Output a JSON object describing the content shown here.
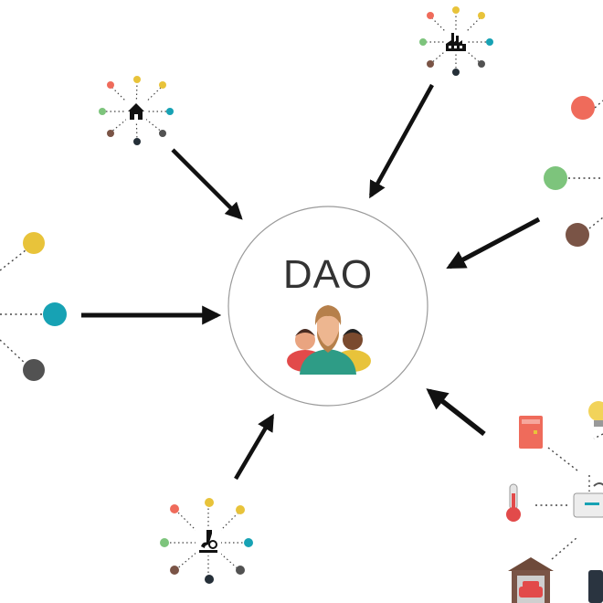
{
  "center": {
    "label": "DAO"
  },
  "colors": {
    "red": "#EF6B5B",
    "yellow": "#E8C33A",
    "teal": "#17A2B4",
    "green": "#7DC47C",
    "brown": "#7A5446",
    "dark": "#252F38",
    "gray": "#525252",
    "arrow": "#111111",
    "circle": "#9A9A9A"
  },
  "nodes": [
    {
      "id": "home-cluster",
      "icon": "home-icon"
    },
    {
      "id": "factory-cluster",
      "icon": "factory-icon"
    },
    {
      "id": "left-cluster",
      "icon": ""
    },
    {
      "id": "right-cluster",
      "icon": ""
    },
    {
      "id": "lab-cluster",
      "icon": "microscope-icon"
    },
    {
      "id": "iot-cluster",
      "icon": "room-icon"
    }
  ]
}
